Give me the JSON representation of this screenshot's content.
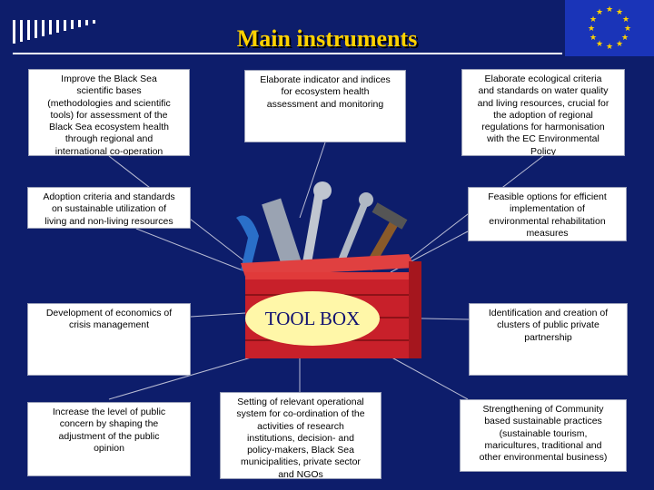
{
  "slide": {
    "title": "Main instruments",
    "toolbox_label": "TOOL BOX"
  },
  "boxes": [
    {
      "id": "b1",
      "text": "Improve the Black Sea\nscientific bases\n(methodologies and scientific\ntools) for assessment of the\nBlack Sea ecosystem health\nthrough regional and\ninternational co-operation"
    },
    {
      "id": "b2",
      "text": "Elaborate indicator and indices\nfor ecosystem health\nassessment and monitoring"
    },
    {
      "id": "b3",
      "text": "Elaborate ecological criteria\nand standards on water quality\nand living resources, crucial for\nthe adoption of regional\nregulations for harmonisation\nwith the EC Environmental\nPolicy"
    },
    {
      "id": "b4",
      "text": "Adoption criteria and standards\non sustainable utilization of\nliving and non-living resources"
    },
    {
      "id": "b5",
      "text": "Feasible options for efficient\nimplementation of\nenvironmental rehabilitation\nmeasures"
    },
    {
      "id": "b6",
      "text": "Development of economics of\ncrisis management"
    },
    {
      "id": "b7",
      "text": "Identification and creation of\nclusters of public private\npartnership"
    },
    {
      "id": "b8",
      "text": "Increase the level of public\nconcern by shaping the\nadjustment of the public\nopinion"
    },
    {
      "id": "b9",
      "text": "Setting of relevant operational\nsystem for co-ordination of the\nactivities of research\ninstitutions, decision- and\npolicy-makers, Black Sea\nmunicipalities, private sector\nand NGOs"
    },
    {
      "id": "b10",
      "text": "Strengthening of Community\nbased sustainable practices\n(sustainable tourism,\nmaricultures, traditional and\nother environmental business)"
    }
  ],
  "colors": {
    "background": "#0d1d6b",
    "title": "#ffd200",
    "toolbox": "#c8202a",
    "label_bg": "#fff7a8",
    "eu_flag": "#1a34b8",
    "eu_star": "#ffd200"
  },
  "icons": {
    "flag": "eu-flag-icon",
    "toolbox": "toolbox-illustration"
  }
}
